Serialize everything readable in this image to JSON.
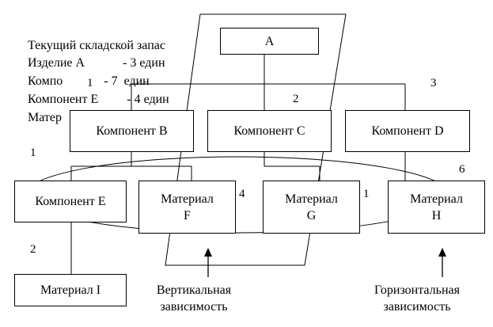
{
  "stock_text": {
    "line1": "Текущий складской запас",
    "line2": "Изделие А            - 3 един",
    "line3": "Компо             - 7  един",
    "line4": "Компонент Е         - 4 един",
    "line5": "Матер"
  },
  "boxes": {
    "a": "A",
    "comp_b": "Компонент В",
    "comp_c": "Компонент С",
    "comp_d": "Компонент D",
    "comp_e": "Компонент Е",
    "mat_f_line1": "Материал",
    "mat_f_line2": "F",
    "mat_g_line1": "Материал",
    "mat_g_line2": "G",
    "mat_h_line1": "Материал",
    "mat_h_line2": "H",
    "mat_i": "Материал I"
  },
  "numbers": {
    "n1_top": "1",
    "n2_mid": "2",
    "n3": "3",
    "n1_left": "1",
    "n6": "6",
    "n4": "4",
    "n1_right": "1",
    "n2_bottom": "2"
  },
  "captions": {
    "vertical_line1": "Вертикальная",
    "vertical_line2": "зависимость",
    "horizontal_line1": "Горизонтальная",
    "horizontal_line2": "зависимость"
  }
}
